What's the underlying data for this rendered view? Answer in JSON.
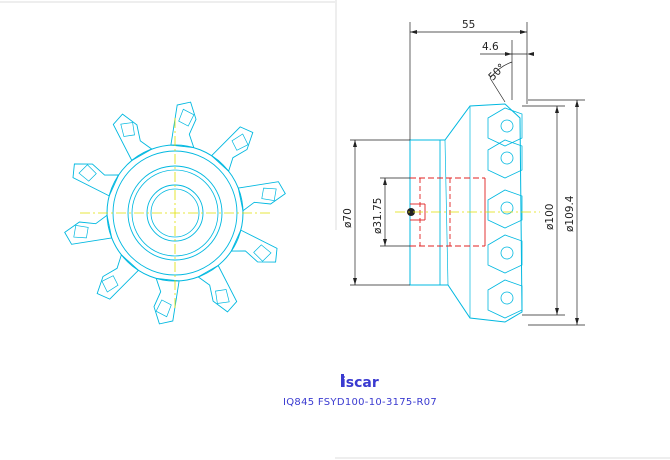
{
  "dimensions": {
    "length_total": "55",
    "offset": "4.6",
    "angle": "50°",
    "dia_bore": "ø31.75",
    "dia_hub": "ø70",
    "dia_cut": "ø100",
    "dia_outer": "ø109.4"
  },
  "logo_text": "iscar",
  "caption": "IQ845  FSYD100-10-3175-R07",
  "colors": {
    "cyan": "#00b8e0",
    "yellow": "#e0e000",
    "red": "#e02020",
    "line": "#222222",
    "brand": "#3a3ad0"
  },
  "front_view": {
    "tooth_count": 10
  }
}
